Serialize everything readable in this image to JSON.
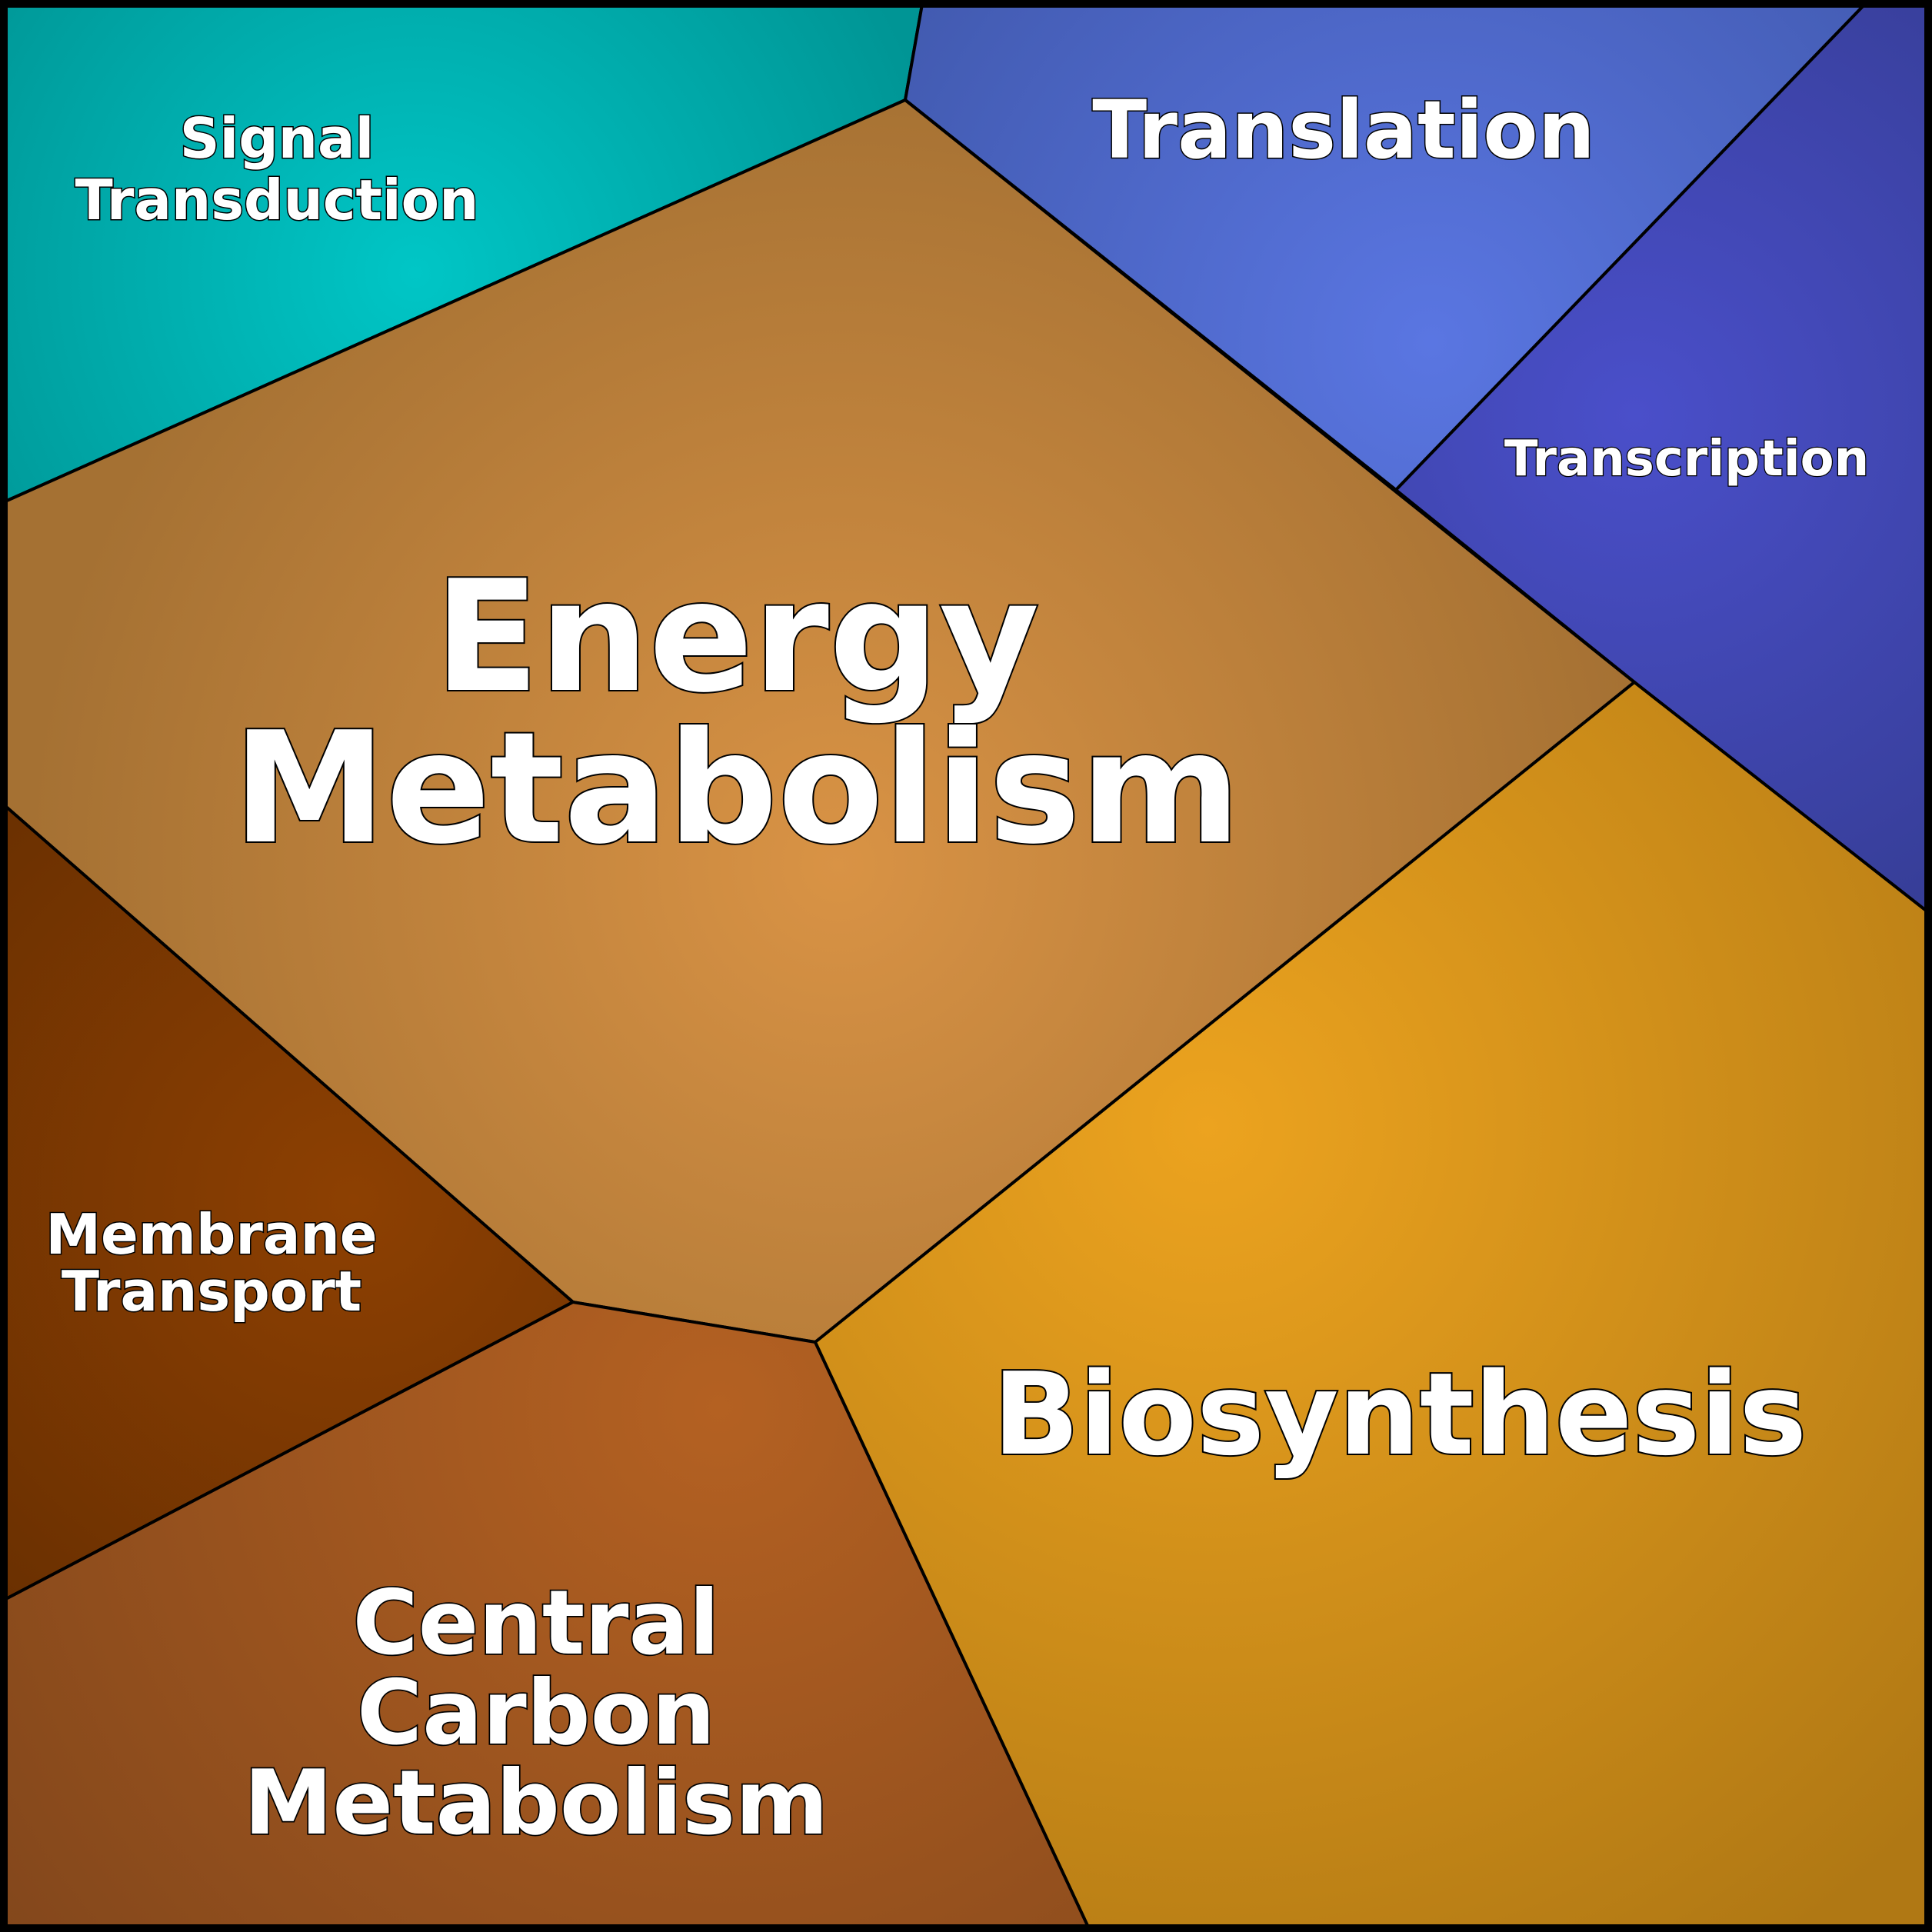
{
  "cells": [
    {
      "id": "signal-transduction",
      "label_lines": [
        "Signal",
        "Transduction"
      ],
      "base_color": "#009595",
      "highlight_color": "#00c6c6"
    },
    {
      "id": "translation",
      "label_lines": [
        "Translation"
      ],
      "base_color": "#3f57aa",
      "highlight_color": "#5a76e2"
    },
    {
      "id": "transcription",
      "label_lines": [
        "Transcription"
      ],
      "base_color": "#323a8c",
      "highlight_color": "#4a4fca"
    },
    {
      "id": "energy-metabolism",
      "label_lines": [
        "Energy",
        "Metabolism"
      ],
      "base_color": "#a57133",
      "highlight_color": "#d99345"
    },
    {
      "id": "membrane-transport",
      "label_lines": [
        "Membrane",
        "Transport"
      ],
      "base_color": "#6a3001",
      "highlight_color": "#8d4002"
    },
    {
      "id": "central-carbon-metabolism",
      "label_lines": [
        "Central",
        "Carbon",
        "Metabolism"
      ],
      "base_color": "#81461b",
      "highlight_color": "#b46122"
    },
    {
      "id": "biosynthesis",
      "label_lines": [
        "Biosynthesis"
      ],
      "base_color": "#b07814",
      "highlight_color": "#eca31f"
    }
  ],
  "border_color": "#000000"
}
